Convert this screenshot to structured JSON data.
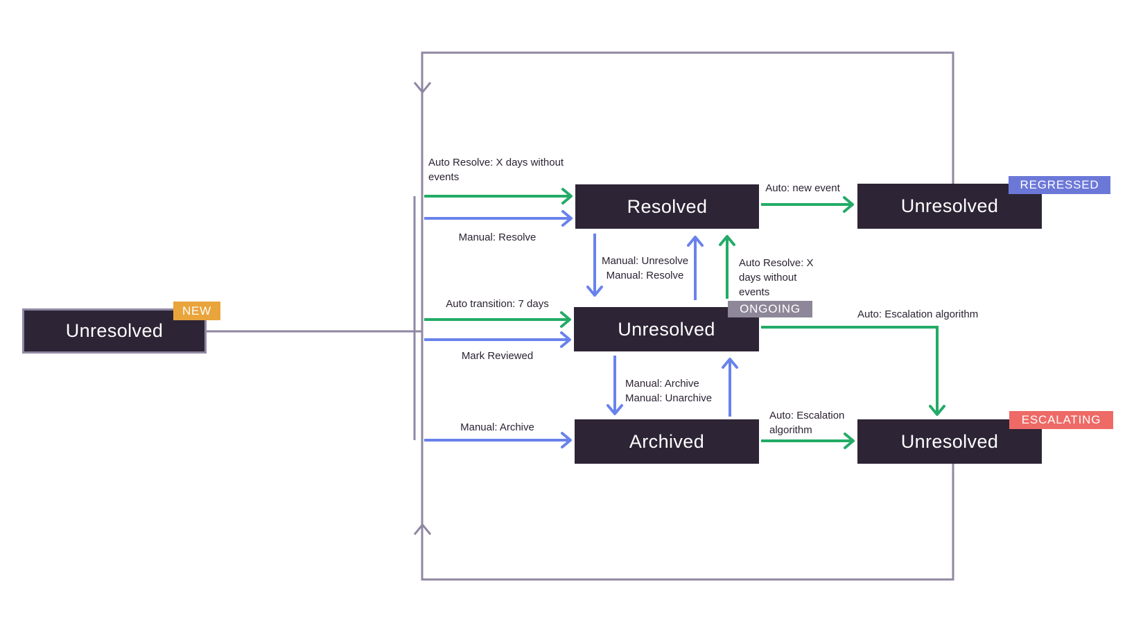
{
  "colors": {
    "bg": "#ffffff",
    "box_bg": "#2d2435",
    "box_text": "#ffffff",
    "label": "#2b2233",
    "green": "#23ab67",
    "blue": "#6982eb",
    "loop": "#8f87a2",
    "badge_new": "#e9a43b",
    "badge_regressed": "#6c78d8",
    "badge_ongoing": "#8d8799",
    "badge_escalating": "#ed6a66"
  },
  "nodes": [
    {
      "id": "unresolved-new",
      "label": "Unresolved",
      "badge": "NEW"
    },
    {
      "id": "resolved",
      "label": "Resolved"
    },
    {
      "id": "unresolved-regressed",
      "label": "Unresolved",
      "badge": "REGRESSED"
    },
    {
      "id": "unresolved-ongoing",
      "label": "Unresolved",
      "badge": "ONGOING"
    },
    {
      "id": "archived",
      "label": "Archived"
    },
    {
      "id": "unresolved-escalating",
      "label": "Unresolved",
      "badge": "ESCALATING"
    }
  ],
  "edges": {
    "auto_resolve_left": "Auto Resolve: X days without events",
    "manual_resolve_left": "Manual: Resolve",
    "auto_new_event": "Auto: new event",
    "manual_unresolve": "Manual: Unresolve",
    "manual_resolve": "Manual: Resolve",
    "auto_resolve_right": "Auto Resolve: X days without events",
    "auto_transition": "Auto transition: 7 days",
    "mark_reviewed": "Mark Reviewed",
    "auto_escalation_top": "Auto: Escalation algorithm",
    "manual_archive": "Manual: Archive",
    "manual_unarchive": "Manual: Unarchive",
    "manual_archive_left": "Manual: Archive",
    "auto_escalation_bottom": "Auto: Escalation algorithm"
  }
}
